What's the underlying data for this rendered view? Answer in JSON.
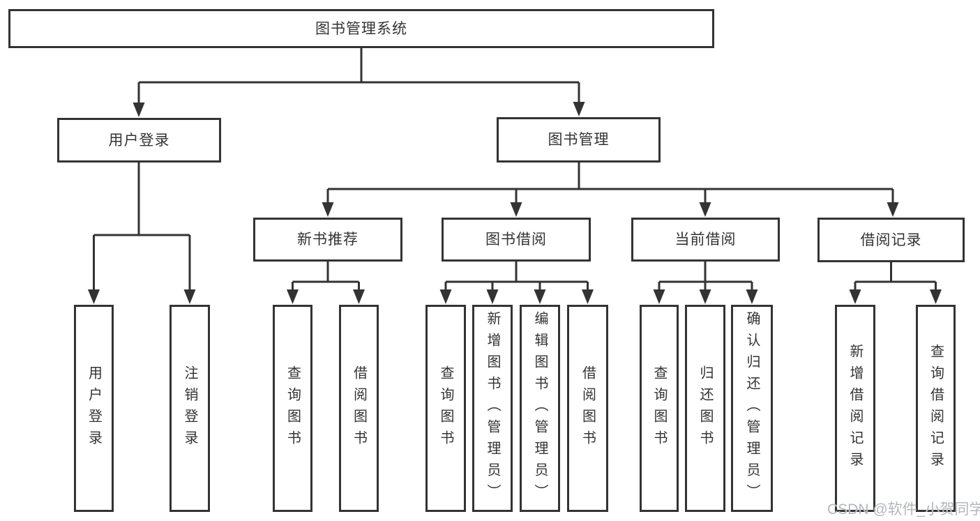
{
  "diagram": {
    "root": {
      "label": "图书管理系统"
    },
    "branches": [
      {
        "label": "用户登录",
        "children": [
          {
            "label": "用户登录"
          },
          {
            "label": "注销登录"
          }
        ]
      },
      {
        "label": "图书管理",
        "children": [
          {
            "label": "新书推荐",
            "children": [
              {
                "label": "查询图书"
              },
              {
                "label": "借阅图书"
              }
            ]
          },
          {
            "label": "图书借阅",
            "children": [
              {
                "label": "查询图书"
              },
              {
                "label": "新增图书（管理员）"
              },
              {
                "label": "编辑图书（管理员）"
              },
              {
                "label": "借阅图书"
              }
            ]
          },
          {
            "label": "当前借阅",
            "children": [
              {
                "label": "查询图书"
              },
              {
                "label": "归还图书"
              },
              {
                "label": "确认归还（管理员）"
              }
            ]
          },
          {
            "label": "借阅记录",
            "children": [
              {
                "label": "新增借阅记录"
              },
              {
                "label": "查询借阅记录"
              }
            ]
          }
        ]
      }
    ],
    "watermark": "CSDN @软件_小贺同学",
    "colors": {
      "line": "#333333",
      "box_border": "#333333",
      "box_fill": "#ffffff",
      "text": "#333333",
      "watermark": "#b3b7bd"
    }
  }
}
